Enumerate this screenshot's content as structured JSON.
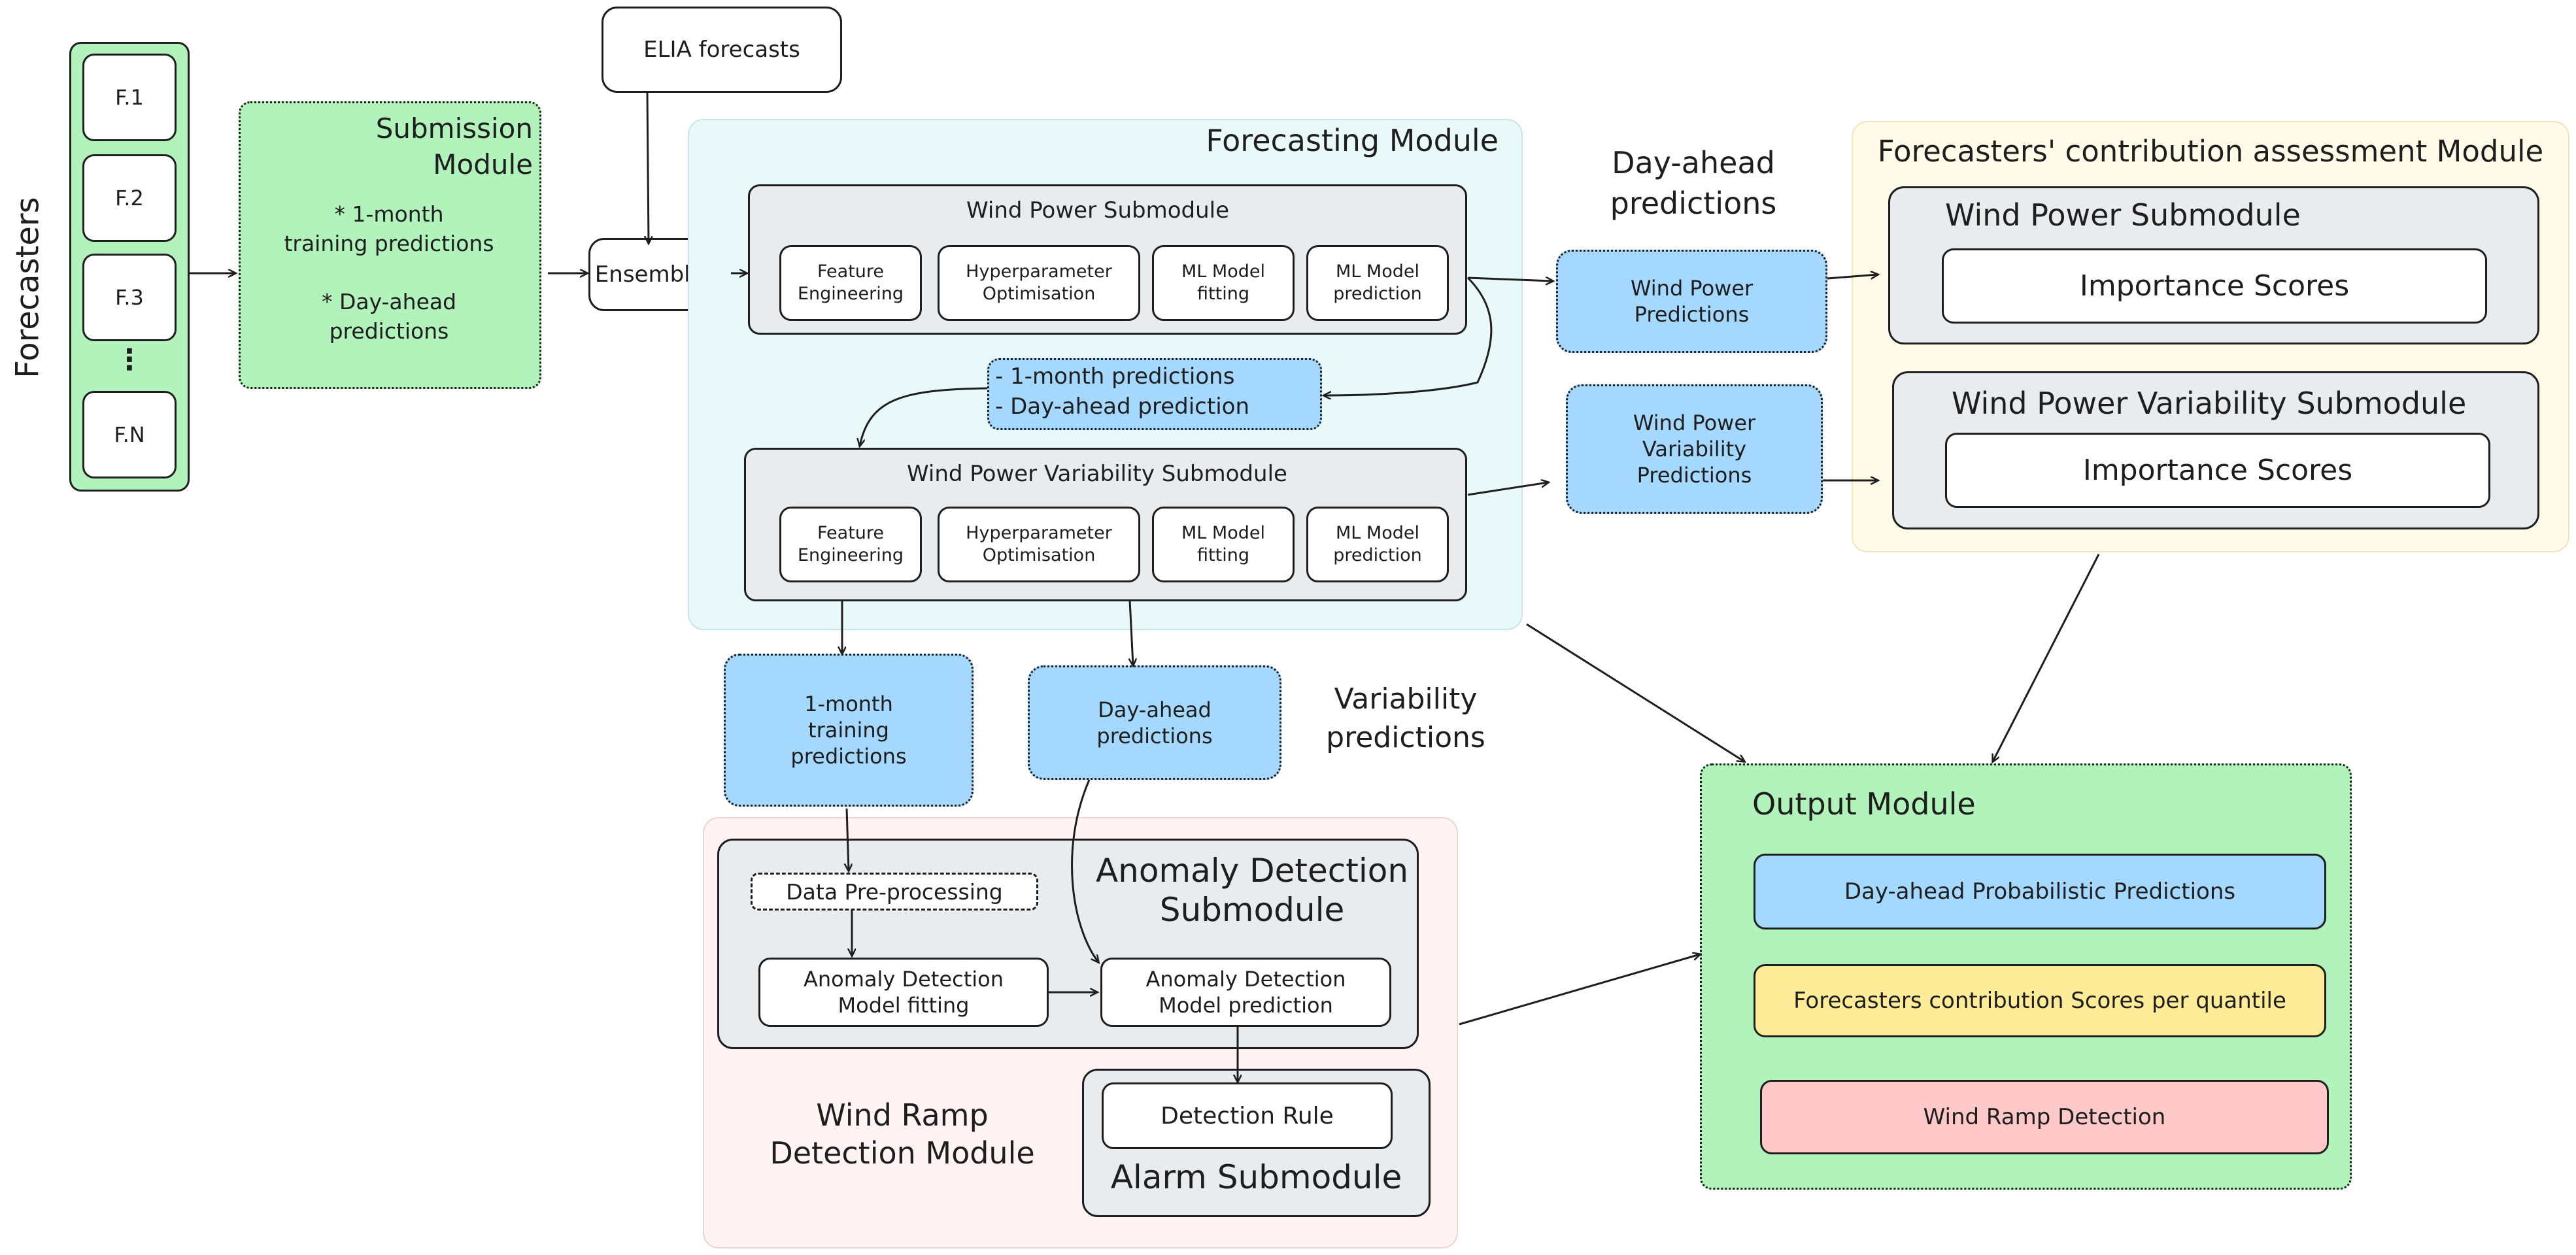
{
  "colors": {
    "stroke": "#1e1e1e",
    "prediction_blue": "#a5d8ff",
    "submodule_grey": "#e9ecef",
    "module_green": "#b2f2bb",
    "forecasting_bg": "#e9f9f9",
    "assessment_bg": "#fffbe8",
    "ramp_bg": "#fff3f3",
    "scores_yellow": "#ffec99",
    "ramp_red": "#ffc9c9"
  },
  "forecasters": {
    "label": "Forecasters",
    "items": [
      "F.1",
      "F.2",
      "F.3",
      "⋮",
      "F.N"
    ]
  },
  "submission": {
    "title": "Submission\nModule",
    "bullet1": "* 1-month\ntraining predictions",
    "bullet2": "* Day-ahead\npredictions"
  },
  "elia": {
    "label": "ELIA forecasts"
  },
  "ensembling": {
    "label": "Ensembling"
  },
  "forecasting": {
    "title": "Forecasting Module",
    "wind_power": {
      "title": "Wind Power Submodule",
      "steps": [
        "Feature\nEngineering",
        "Hyperparameter\nOptimisation",
        "ML Model\nfitting",
        "ML Model\nprediction"
      ]
    },
    "variability": {
      "title": "Wind Power Variability Submodule",
      "steps": [
        "Feature\nEngineering",
        "Hyperparameter\nOptimisation",
        "ML Model\nfitting",
        "ML Model\nprediction"
      ]
    },
    "internal_predictions": "- 1-month predictions\n- Day-ahead prediction"
  },
  "day_ahead": {
    "heading": "Day-ahead\npredictions",
    "wind_power_predictions": "Wind Power\nPredictions",
    "variability_predictions": "Wind Power\nVariability\nPredictions"
  },
  "assessment": {
    "title": "Forecasters' contribution assessment Module",
    "wind_power": {
      "title": "Wind Power Submodule",
      "scores": "Importance Scores"
    },
    "variability": {
      "title": "Wind Power Variability Submodule",
      "scores": "Importance Scores"
    }
  },
  "variability_predictions": {
    "heading": "Variability\npredictions",
    "one_month": "1-month\ntraining\npredictions",
    "day_ahead": "Day-ahead\npredictions"
  },
  "ramp": {
    "title": "Wind Ramp\nDetection Module",
    "anomaly": {
      "title": "Anomaly Detection\nSubmodule",
      "preprocessing": "Data Pre-processing",
      "fitting": "Anomaly Detection\nModel fitting",
      "prediction": "Anomaly Detection\nModel prediction"
    },
    "alarm": {
      "title": "Alarm Submodule",
      "rule": "Detection Rule"
    }
  },
  "output": {
    "title": "Output Module",
    "items": [
      "Day-ahead Probabilistic Predictions",
      "Forecasters contribution Scores per quantile",
      "Wind Ramp Detection"
    ]
  }
}
